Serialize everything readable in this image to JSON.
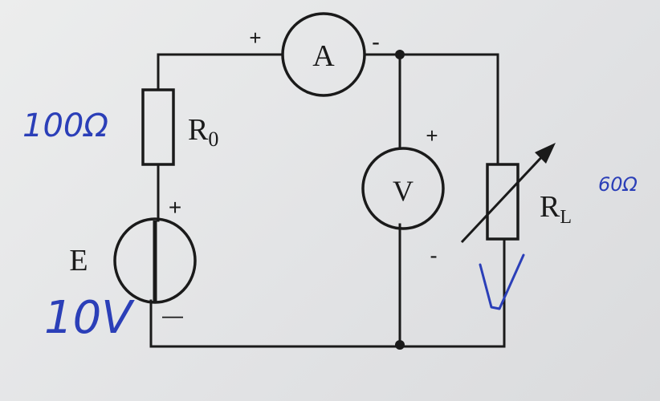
{
  "meter_labels": {
    "ammeter": "A",
    "voltmeter": "V"
  },
  "component_labels": {
    "source": "E",
    "r0_main": "R",
    "r0_sub": "0",
    "rl_main": "R",
    "rl_sub": "L"
  },
  "polarity": {
    "ammeter_plus": "+",
    "ammeter_minus": "-",
    "voltmeter_plus": "+",
    "voltmeter_minus": "-",
    "source_plus": "+",
    "source_minus": "—"
  },
  "handwritten": {
    "r0_value": "100Ω",
    "source_value": "10V",
    "rl_value": "60Ω",
    "checkmark": "V"
  },
  "colors": {
    "ink": "#1a1a1a",
    "handwriting": "#2b3fb8"
  }
}
